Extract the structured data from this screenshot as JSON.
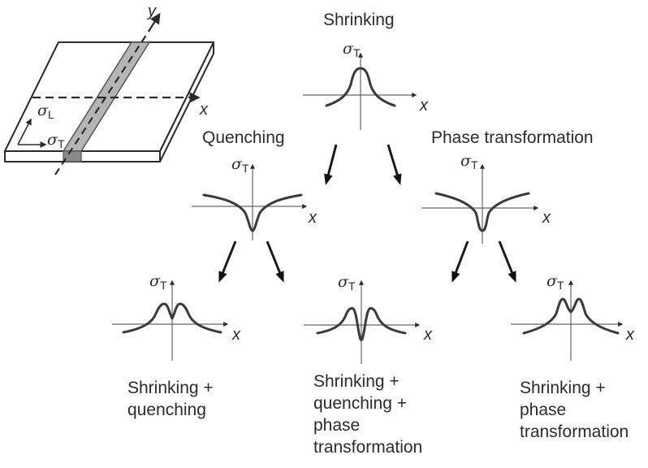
{
  "plate": {
    "y_axis": "y",
    "x_axis": "x",
    "sigma_L": {
      "sym": "σ",
      "sub": "L"
    },
    "sigma_T": {
      "sym": "σ",
      "sub": "T"
    }
  },
  "plots": {
    "shrinking": {
      "title": "Shrinking",
      "y_label": {
        "sym": "σ",
        "sub": "T"
      },
      "x_label": "x"
    },
    "quenching": {
      "title": "Quenching",
      "y_label": {
        "sym": "σ",
        "sub": "T"
      },
      "x_label": "x"
    },
    "phase": {
      "title": "Phase transformation",
      "y_label": {
        "sym": "σ",
        "sub": "T"
      },
      "x_label": "x"
    },
    "sq": {
      "caption": [
        "Shrinking +",
        "quenching"
      ],
      "y_label": {
        "sym": "σ",
        "sub": "T"
      },
      "x_label": "x"
    },
    "sqp": {
      "caption": [
        "Shrinking +",
        "quenching +",
        "phase",
        "transformation"
      ],
      "y_label": {
        "sym": "σ",
        "sub": "T"
      },
      "x_label": "x"
    },
    "sp": {
      "caption": [
        "Shrinking +",
        "phase",
        "transformation"
      ],
      "y_label": {
        "sym": "σ",
        "sub": "T"
      },
      "x_label": "x"
    }
  }
}
